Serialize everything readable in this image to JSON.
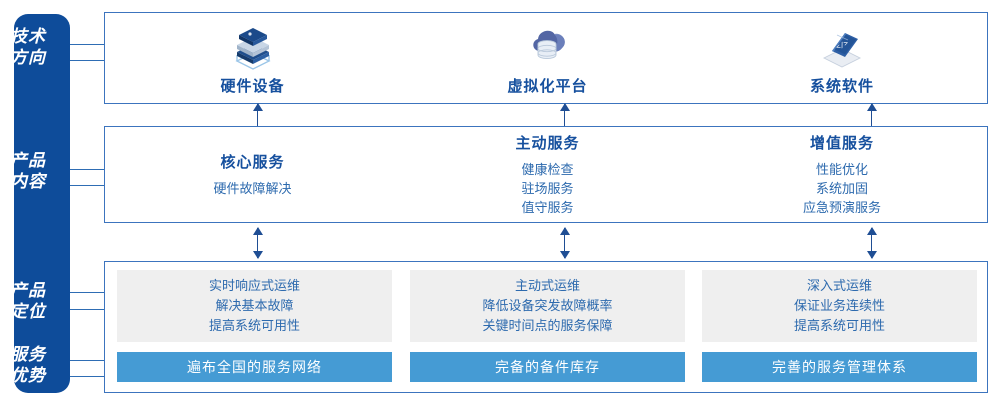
{
  "sidebar": {
    "rows": [
      {
        "name": "tech-direction",
        "line1": "技术",
        "line2": "方向"
      },
      {
        "name": "product-content",
        "line1": "产品",
        "line2": "内容"
      },
      {
        "name": "product-positioning",
        "line1": "产品",
        "line2": "定位"
      },
      {
        "name": "service-advantage",
        "line1": "服务",
        "line2": "优势"
      }
    ],
    "color": "#0E4C9A"
  },
  "tech_direction": {
    "columns": [
      {
        "icon": "server-stack-icon",
        "label": "硬件设备"
      },
      {
        "icon": "cloud-database-icon",
        "label": "虚拟化平台"
      },
      {
        "icon": "laptop-code-icon",
        "label": "系统软件"
      }
    ]
  },
  "product_content": {
    "columns": [
      {
        "title": "核心服务",
        "items": [
          "硬件故障解决"
        ]
      },
      {
        "title": "主动服务",
        "items": [
          "健康检查",
          "驻场服务",
          "值守服务"
        ]
      },
      {
        "title": "增值服务",
        "items": [
          "性能优化",
          "系统加固",
          "应急预演服务"
        ]
      }
    ]
  },
  "product_positioning": {
    "columns": [
      {
        "items": [
          "实时响应式运维",
          "解决基本故障",
          "提高系统可用性"
        ]
      },
      {
        "items": [
          "主动式运维",
          "降低设备突发故障概率",
          "关键时间点的服务保障"
        ]
      },
      {
        "items": [
          "深入式运维",
          "保证业务连续性",
          "提高系统可用性"
        ]
      }
    ]
  },
  "service_advantage": {
    "bars": [
      {
        "label": "遍布全国的服务网络"
      },
      {
        "label": "完备的备件库存"
      },
      {
        "label": "完善的服务管理体系"
      }
    ],
    "color": "#459BD4"
  },
  "colors": {
    "sidebar_blue": "#0E4C9A",
    "panel_border": "#3C74BE",
    "title_blue": "#16509E",
    "body_blue": "#2D6AAE",
    "grey_box": "#EFEFEF",
    "bar_blue": "#459BD4",
    "arrow_blue": "#1F4E94"
  }
}
